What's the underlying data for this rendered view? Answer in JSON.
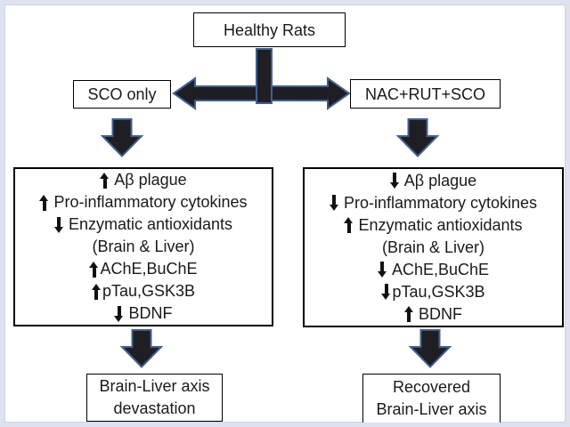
{
  "diagram": {
    "title": "Healthy Rats",
    "left_branch": {
      "label": "SCO only",
      "effects": [
        {
          "direction": "up",
          "text": "Aβ plague"
        },
        {
          "direction": "up",
          "text": "Pro-inflammatory cytokines"
        },
        {
          "direction": "down",
          "text": "Enzymatic antioxidants"
        },
        {
          "text": "(Brain & Liver)"
        },
        {
          "direction": "up",
          "text": "AChE,BuChE",
          "tight": true
        },
        {
          "direction": "up",
          "text": "pTau,GSK3B",
          "tight": true
        },
        {
          "direction": "down",
          "text": "BDNF"
        }
      ],
      "outcome_line1": "Brain-Liver axis",
      "outcome_line2": "devastation"
    },
    "right_branch": {
      "label": "NAC+RUT+SCO",
      "effects": [
        {
          "direction": "down",
          "text": "Aβ plague"
        },
        {
          "direction": "down",
          "text": "Pro-inflammatory cytokines"
        },
        {
          "direction": "up",
          "text": "Enzymatic antioxidants"
        },
        {
          "text": "(Brain & Liver)"
        },
        {
          "direction": "down",
          "text": "AChE,BuChE"
        },
        {
          "direction": "down",
          "text": "pTau,GSK3B",
          "tight": true
        },
        {
          "direction": "up",
          "text": "BDNF"
        }
      ],
      "outcome_line1": "Recovered",
      "outcome_line2": "Brain-Liver axis"
    },
    "colors": {
      "arrow_fill": "#1e1e24",
      "arrow_outline": "#41608e",
      "frame": "#dee2ef",
      "box_border": "#000000",
      "text": "#1a1a1a"
    }
  }
}
